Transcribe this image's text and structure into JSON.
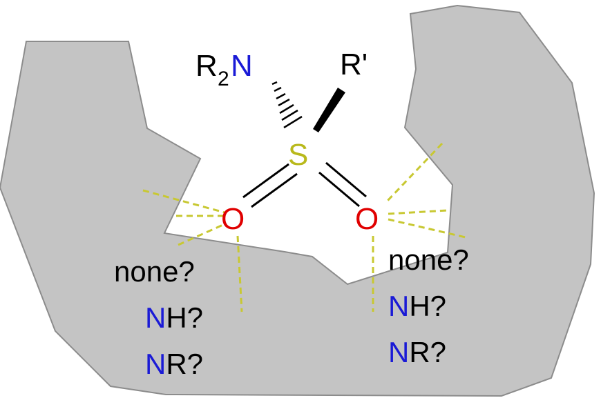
{
  "molecule": {
    "amine_substituent": "R",
    "amine_subscript": "2",
    "amine_atom": "N",
    "r_prime": "R'",
    "sulfur": "S",
    "oxygen_left": "O",
    "oxygen_right": "O"
  },
  "left_options": {
    "none": "none?",
    "nh_n": "N",
    "nh_rest": "H?",
    "nr_n": "N",
    "nr_rest": "R?"
  },
  "right_options": {
    "none": "none?",
    "nh_n": "N",
    "nh_rest": "H?",
    "nr_n": "N",
    "nr_rest": "R?"
  },
  "colors": {
    "pocket_fill": "#c4c4c4",
    "pocket_stroke": "#8c8c8c",
    "nitrogen": "#1a1ad6",
    "sulfur": "#b9b91c",
    "oxygen": "#e00000",
    "hbond": "#c8c832",
    "text": "#000000"
  }
}
